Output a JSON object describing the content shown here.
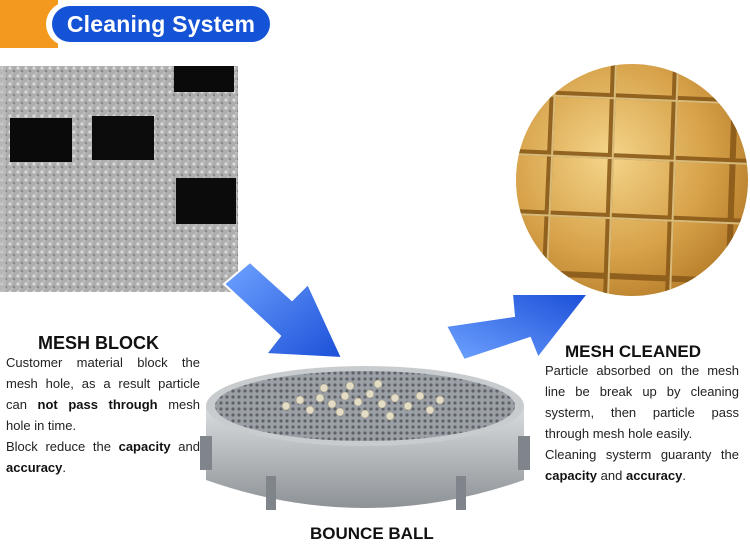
{
  "header": {
    "title": "Cleaning System",
    "colors": {
      "orange": "#f39a1e",
      "blue": "#1553d6"
    }
  },
  "mesh_block": {
    "title": "MESH BLOCK",
    "line1": "Customer material block the mesh hole, as a result particle can ",
    "emph1": "not pass through",
    "line2": " mesh hole in time.",
    "line3": "Block reduce the ",
    "emph2": "capacity",
    "line4": " and ",
    "emph3": "accuracy",
    "line5": "."
  },
  "mesh_cleaned": {
    "title": "MESH CLEANED",
    "line1": "Particle absorbed on the mesh line be break up by cleaning systerm, then particle pass through mesh hole easily.",
    "line2": "Cleaning systerm guaranty the ",
    "emph1": "capacity",
    "line3": " and ",
    "emph2": "accuracy",
    "line4": "."
  },
  "bounce_ball": {
    "title": "BOUNCE BALL"
  },
  "icons": [
    "blue-arrow-icon",
    "blue-arrow-icon"
  ]
}
